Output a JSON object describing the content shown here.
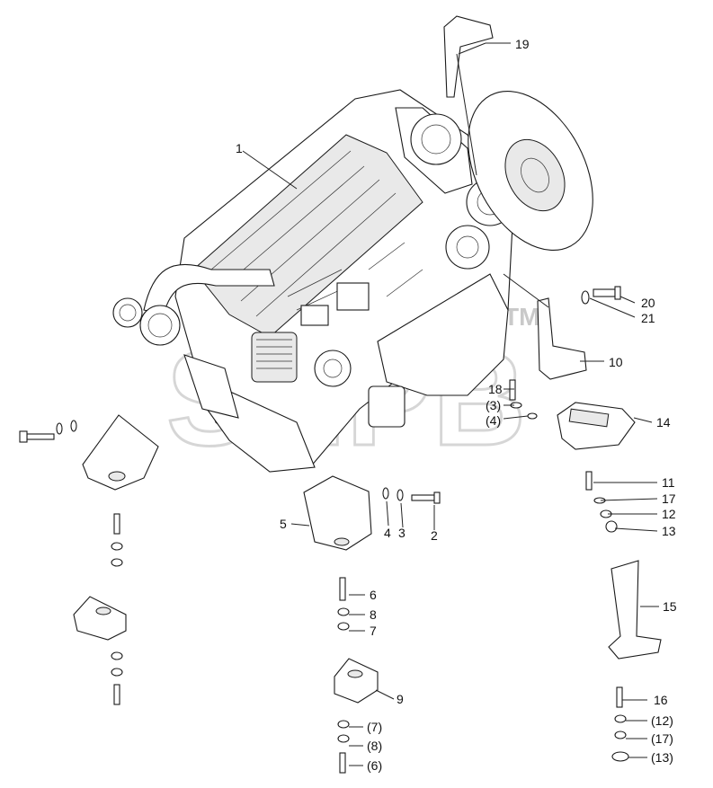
{
  "diagram": {
    "watermark": {
      "text": "SHPB",
      "trademark": "TM"
    },
    "callouts": {
      "c1": "1",
      "c2": "2",
      "c3": "3",
      "c4": "4",
      "c5": "5",
      "c6": "6",
      "c7": "7",
      "c8": "8",
      "c9": "9",
      "c10": "10",
      "c11": "11",
      "c12": "12",
      "c13": "13",
      "c14": "14",
      "c15": "15",
      "c16": "16",
      "c17": "17",
      "c18": "18",
      "c19": "19",
      "c20": "20",
      "c21": "21",
      "c3p": "(3)",
      "c4p": "(4)",
      "c6p": "(6)",
      "c7p": "(7)",
      "c8p": "(8)",
      "c12p": "(12)",
      "c13p": "(13)",
      "c17p": "(17)"
    }
  }
}
